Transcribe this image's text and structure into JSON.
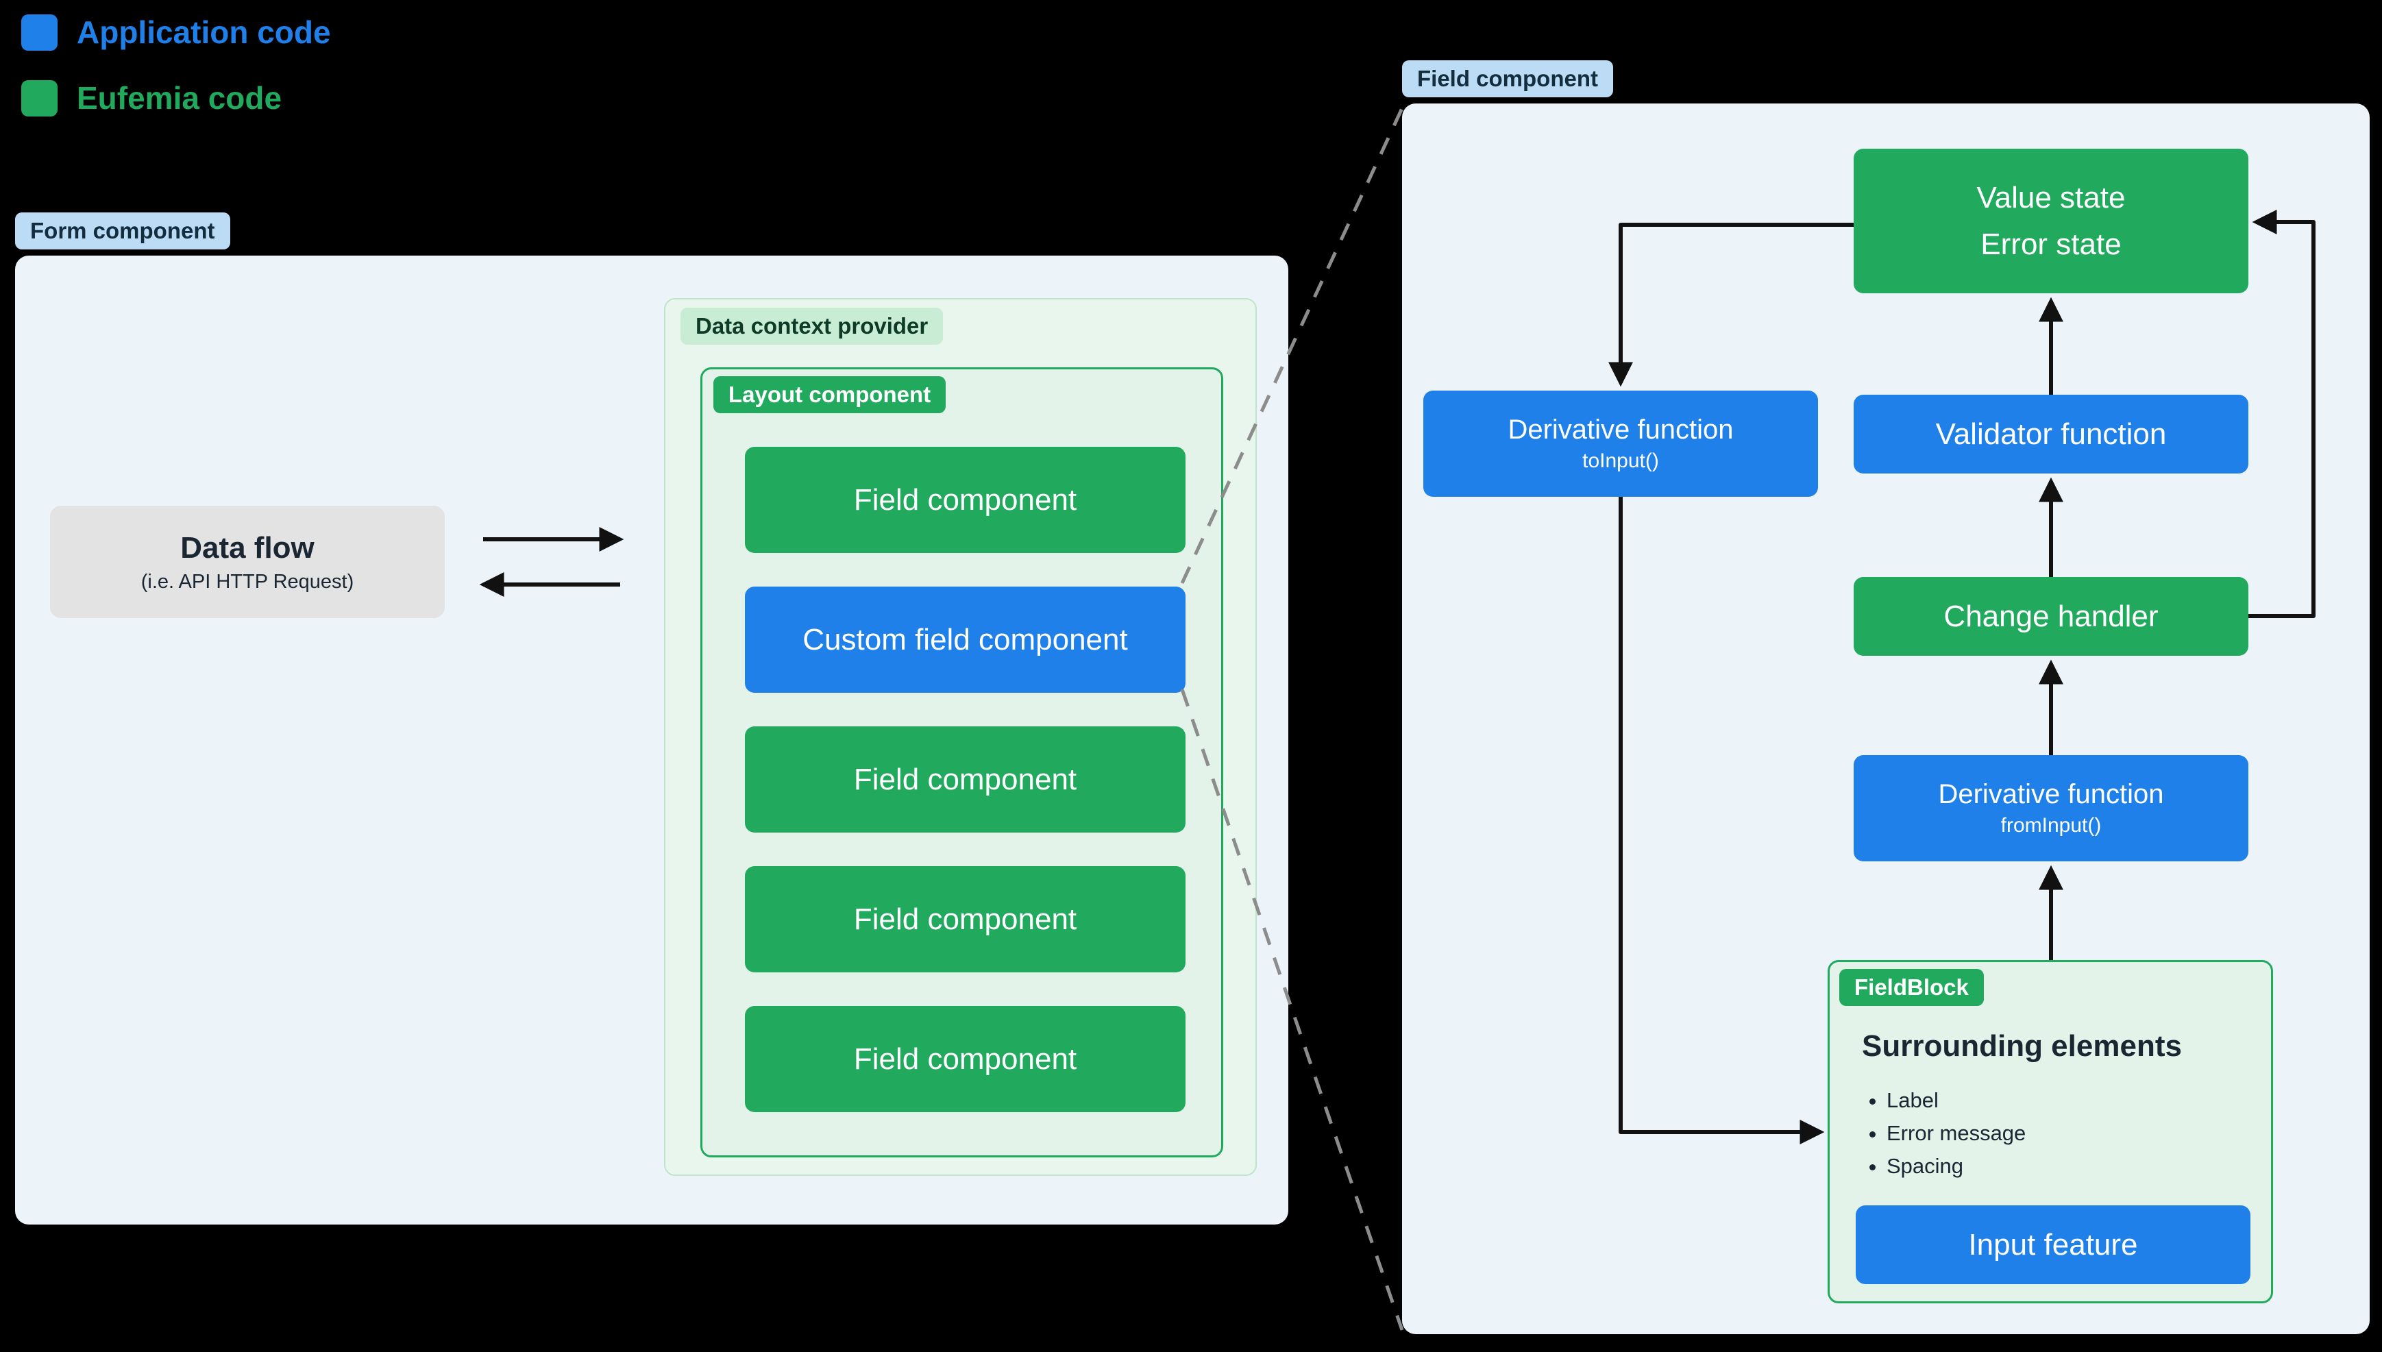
{
  "colors": {
    "blue": "#1e80e8",
    "green": "#21a95e",
    "panel_bg": "#edf4f9",
    "pill_blue_bg": "#bcdcf5",
    "pill_blue_text": "#132c3e",
    "pill_green_bg": "#c9edd4",
    "pill_green_text": "#0d3b26",
    "context_bg": "#e9f6ee",
    "context_border": "#bfe4cb",
    "layout_bg": "#e3f3e9",
    "fieldblock_bg": "#e3f3e9",
    "gray_box_bg": "#e3e3e3",
    "text_dark": "#1b2633",
    "arrow": "#111111",
    "dash": "#8c8c8c"
  },
  "legend": {
    "items": [
      {
        "label": "Application code",
        "color_key": "blue"
      },
      {
        "label": "Eufemia code",
        "color_key": "green"
      }
    ]
  },
  "form_panel": {
    "label": "Form component",
    "data_flow": {
      "title": "Data flow",
      "subtitle": "(i.e. API HTTP Request)"
    },
    "data_context": {
      "label": "Data context provider",
      "layout": {
        "label": "Layout component",
        "fields": [
          {
            "label": "Field component",
            "style": "green"
          },
          {
            "label": "Custom field component",
            "style": "blue"
          },
          {
            "label": "Field component",
            "style": "green"
          },
          {
            "label": "Field component",
            "style": "green"
          },
          {
            "label": "Field component",
            "style": "green"
          }
        ]
      }
    }
  },
  "field_panel": {
    "label": "Field component",
    "nodes": {
      "value_state": {
        "line1": "Value state",
        "line2": "Error state",
        "style": "green"
      },
      "derivative_to": {
        "title": "Derivative function",
        "subtitle": "toInput()",
        "style": "blue"
      },
      "validator": {
        "label": "Validator function",
        "style": "blue"
      },
      "change_handler": {
        "label": "Change handler",
        "style": "green"
      },
      "derivative_from": {
        "title": "Derivative function",
        "subtitle": "fromInput()",
        "style": "blue"
      },
      "field_block": {
        "label": "FieldBlock",
        "heading": "Surrounding elements",
        "bullets": [
          "Label",
          "Error message",
          "Spacing"
        ],
        "input_feature": "Input feature"
      }
    }
  }
}
